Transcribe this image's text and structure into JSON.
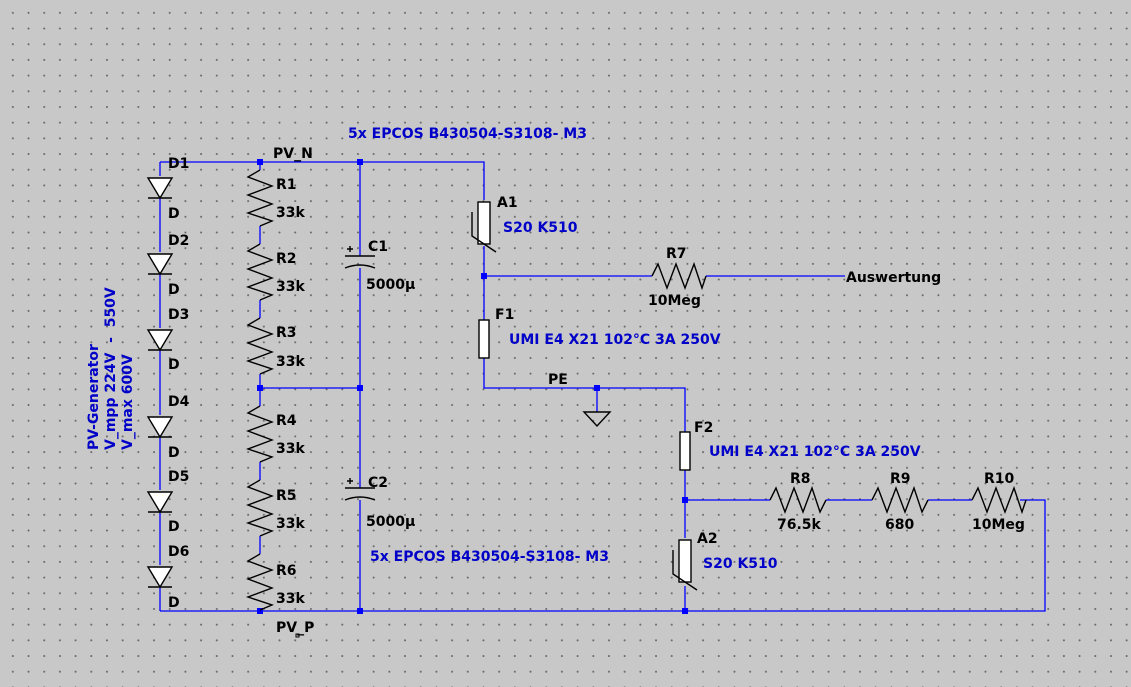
{
  "components": {
    "D1": {
      "ref": "D1",
      "value": "D"
    },
    "D2": {
      "ref": "D2",
      "value": "D"
    },
    "D3": {
      "ref": "D3",
      "value": "D"
    },
    "D4": {
      "ref": "D4",
      "value": "D"
    },
    "D5": {
      "ref": "D5",
      "value": "D"
    },
    "D6": {
      "ref": "D6",
      "value": "D"
    },
    "R1": {
      "ref": "R1",
      "value": "33k"
    },
    "R2": {
      "ref": "R2",
      "value": "33k"
    },
    "R3": {
      "ref": "R3",
      "value": "33k"
    },
    "R4": {
      "ref": "R4",
      "value": "33k"
    },
    "R5": {
      "ref": "R5",
      "value": "33k"
    },
    "R6": {
      "ref": "R6",
      "value": "33k"
    },
    "C1": {
      "ref": "C1",
      "value": "5000µ"
    },
    "C2": {
      "ref": "C2",
      "value": "5000µ"
    },
    "A1": {
      "ref": "A1",
      "value": "S20 K510"
    },
    "A2": {
      "ref": "A2",
      "value": "S20 K510"
    },
    "R7": {
      "ref": "R7",
      "value": "10Meg"
    },
    "R8": {
      "ref": "R8",
      "value": "76.5k"
    },
    "R9": {
      "ref": "R9",
      "value": "680"
    },
    "R10": {
      "ref": "R10",
      "value": "10Meg"
    },
    "F1": {
      "ref": "F1",
      "value": "UMI E4 X21 102°C 3A 250V"
    },
    "F2": {
      "ref": "F2",
      "value": "UMI E4 X21 102°C 3A 250V"
    }
  },
  "nets": {
    "pv_n": "PV_N",
    "pv_p": "PV_P",
    "pe": "PE",
    "auswertung": "Auswertung"
  },
  "notes": {
    "cap_top": "5x EPCOS B430504-S3108- M3",
    "cap_bottom": "5x EPCOS B430504-S3108- M3",
    "generator_title": "PV-Generator",
    "generator_vmpp": "V_mpp 224V  -  550V",
    "generator_vmax": "V_max 600V"
  },
  "colors": {
    "wire": "#0000ff",
    "note": "#0000c8",
    "component": "#000000",
    "background": "#c8c8c8"
  }
}
